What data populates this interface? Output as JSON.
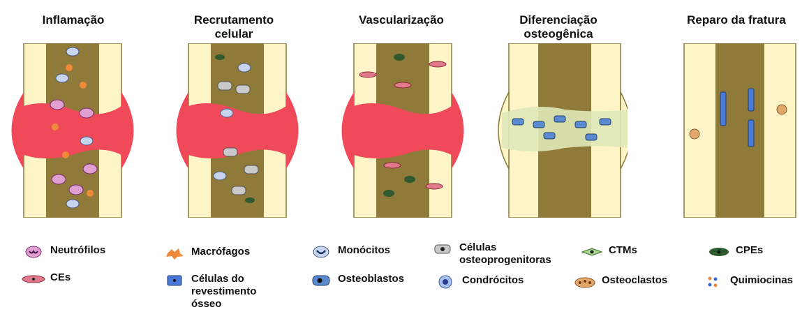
{
  "stages": [
    {
      "title": "Inflamação"
    },
    {
      "title": "Recrutamento\ncelular"
    },
    {
      "title": "Vascularização"
    },
    {
      "title": "Diferenciação\nosteogênica"
    },
    {
      "title": "Reparo da fratura"
    }
  ],
  "legend": [
    {
      "label": "Neutrófilos",
      "icon": "neutrophil-icon"
    },
    {
      "label": "Macrófagos",
      "icon": "macrophage-icon"
    },
    {
      "label": "Monócitos",
      "icon": "monocyte-icon"
    },
    {
      "label": "Células\nosteoprogenitoras",
      "icon": "osteoprogenitor-icon"
    },
    {
      "label": "CTMs",
      "icon": "msc-icon"
    },
    {
      "label": "CPEs",
      "icon": "epc-icon"
    },
    {
      "label": "CEs",
      "icon": "endothelial-cell-icon"
    },
    {
      "label": "Células do\nrevestimento\nósseo",
      "icon": "bone-lining-cell-icon"
    },
    {
      "label": "Osteoblastos",
      "icon": "osteoblast-icon"
    },
    {
      "label": "Condrócitos",
      "icon": "chondrocyte-icon"
    },
    {
      "label": "Osteoclastos",
      "icon": "osteoclast-icon"
    },
    {
      "label": "Quimiocinas",
      "icon": "chemokine-icon"
    }
  ],
  "colors": {
    "bone": "#fdf5c7",
    "marrow": "#8f7a3a",
    "hematoma": "#f04a5a",
    "callus": "#dfe9b9"
  }
}
